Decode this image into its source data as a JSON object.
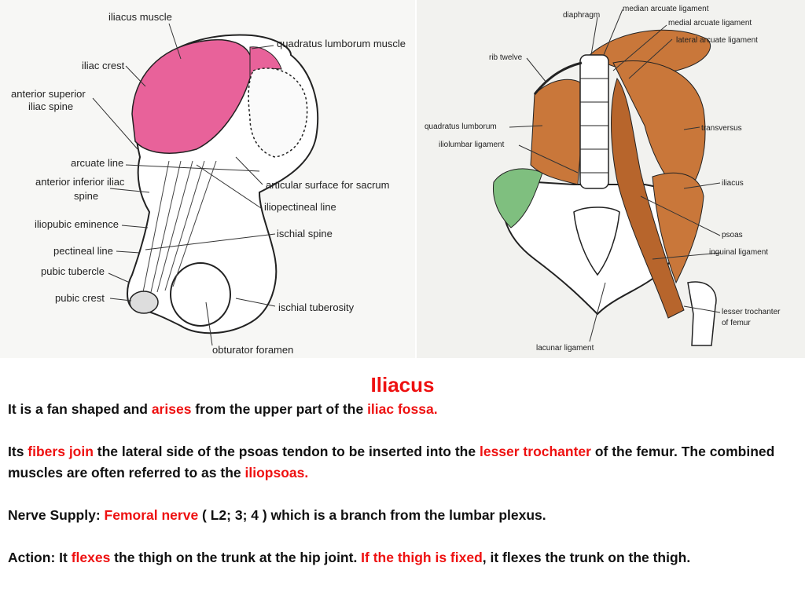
{
  "figure_left": {
    "labels": {
      "iliacus_muscle": "iliacus muscle",
      "iliac_crest": "iliac crest",
      "asis_line1": "anterior superior",
      "asis_line2": "iliac spine",
      "quadratus": "quadratus lumborum muscle",
      "arcuate_line": "arcuate line",
      "aiis_line1": "anterior inferior iliac",
      "aiis_line2": "spine",
      "iliopubic": "iliopubic eminence",
      "pectineal": "pectineal line",
      "pubic_tubercle": "pubic tubercle",
      "pubic_crest": "pubic crest",
      "articular": "articular surface for sacrum",
      "iliopectineal": "iliopectineal line",
      "ischial_spine": "ischial spine",
      "ischial_tuberosity": "ischial tuberosity",
      "obturator": "obturator foramen"
    }
  },
  "figure_right": {
    "labels": {
      "diaphragm": "diaphragm",
      "median_arcuate": "median arcuate ligament",
      "medial_arcuate": "medial arcuate ligament",
      "lateral_arcuate": "lateral arcuate ligament",
      "rib_twelve": "rib twelve",
      "quadratus": "quadratus lumborum",
      "iliolumbar": "iliolumbar ligament",
      "transversus": "transversus",
      "iliacus": "iliacus",
      "psoas": "psoas",
      "inguinal": "inguinal ligament",
      "lesser_troch_1": "lesser trochanter",
      "lesser_troch_2": "of femur",
      "lacunar": "lacunar ligament"
    }
  },
  "text": {
    "title": "Iliacus",
    "p1": {
      "a": "It is a fan shaped and ",
      "b": "arises",
      "c": " from the upper part of the ",
      "d": "iliac fossa."
    },
    "p2": {
      "a": "Its ",
      "b": "fibers join",
      "c": " the lateral side of the psoas tendon to be inserted into the ",
      "d": "lesser trochanter",
      "e": " of the femur. The combined muscles are often referred to as the ",
      "f": "iliopsoas."
    },
    "p3": {
      "a": "Nerve Supply: ",
      "b": "Femoral nerve",
      "c": " ( L2; 3; 4 )  which is a branch from the lumbar plexus."
    },
    "p4": {
      "a": "Action: It  ",
      "b": "flexes",
      "c": " the thigh on the trunk at the hip joint. ",
      "d": "If the thigh is fixed",
      "e": ", it flexes the trunk on the thigh."
    }
  },
  "colors": {
    "highlight": "#ee1111",
    "iliacus_pink": "#e8629a",
    "muscle_orange": "#c9773a",
    "fascia_green": "#7fbf7f"
  }
}
